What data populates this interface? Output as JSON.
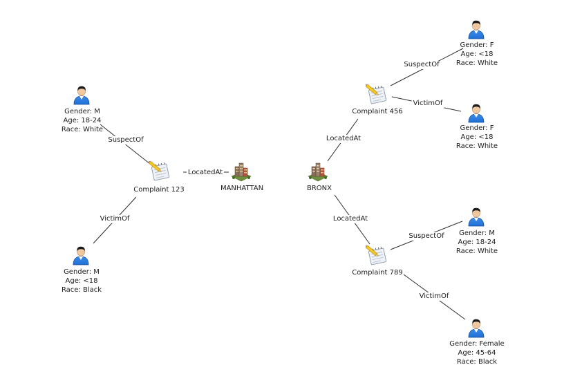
{
  "nodes": {
    "person_a": {
      "icon": "person-icon",
      "lines": [
        "Gender: M",
        "Age: 18-24",
        "Race: White"
      ]
    },
    "person_b": {
      "icon": "person-icon",
      "lines": [
        "Gender: M",
        "Age: <18",
        "Race: Black"
      ]
    },
    "complaint_123": {
      "icon": "complaint-icon",
      "label": "Complaint 123"
    },
    "manhattan": {
      "icon": "city-icon",
      "label": "MANHATTAN"
    },
    "bronx": {
      "icon": "city-icon",
      "label": "BRONX"
    },
    "complaint_456": {
      "icon": "complaint-icon",
      "label": "Complaint 456"
    },
    "complaint_789": {
      "icon": "complaint-icon",
      "label": "Complaint 789"
    },
    "person_c": {
      "icon": "person-icon",
      "lines": [
        "Gender: F",
        "Age: <18",
        "Race: White"
      ]
    },
    "person_d": {
      "icon": "person-icon",
      "lines": [
        "Gender: F",
        "Age: <18",
        "Race: White"
      ]
    },
    "person_e": {
      "icon": "person-icon",
      "lines": [
        "Gender: M",
        "Age: 18-24",
        "Race: White"
      ]
    },
    "person_f": {
      "icon": "person-icon",
      "lines": [
        "Gender: Female",
        "Age: 45-64",
        "Race: Black"
      ]
    }
  },
  "edges": [
    {
      "from": "person_a",
      "to": "complaint_123",
      "label": "SuspectOf"
    },
    {
      "from": "person_b",
      "to": "complaint_123",
      "label": "VictimOf"
    },
    {
      "from": "complaint_123",
      "to": "manhattan",
      "label": "LocatedAt"
    },
    {
      "from": "complaint_456",
      "to": "bronx",
      "label": "LocatedAt"
    },
    {
      "from": "complaint_789",
      "to": "bronx",
      "label": "LocatedAt"
    },
    {
      "from": "person_c",
      "to": "complaint_456",
      "label": "SuspectOf"
    },
    {
      "from": "person_d",
      "to": "complaint_456",
      "label": "VictimOf"
    },
    {
      "from": "person_e",
      "to": "complaint_789",
      "label": "SuspectOf"
    },
    {
      "from": "person_f",
      "to": "complaint_789",
      "label": "VictimOf"
    }
  ],
  "colors": {
    "edge": "#2b2b2b",
    "shirt": "#1f6fd6",
    "skin": "#f0c8a0",
    "hair": "#1b1b1b",
    "paper": "#eef2f7",
    "pencil": "#f3c623",
    "building": "#8a6e5a",
    "ground": "#6d8f3e"
  }
}
